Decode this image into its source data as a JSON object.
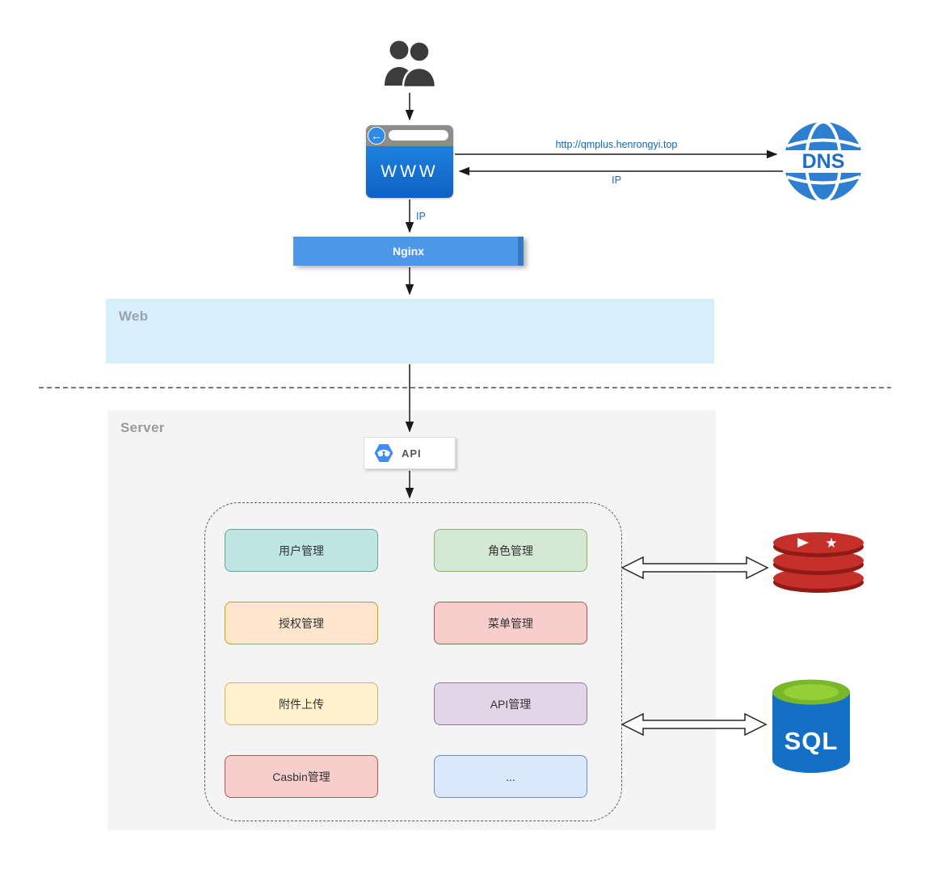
{
  "zones": {
    "web": {
      "label": "Web",
      "bg": "#d7eefb"
    },
    "server": {
      "label": "Server",
      "bg": "#f4f4f4"
    }
  },
  "nodes": {
    "browser": {
      "label": "WWW",
      "color": "#1470cf"
    },
    "dns": {
      "label": "DNS",
      "color": "#2e7fd0",
      "text_color": "#1f6fc4"
    },
    "nginx": {
      "label": "Nginx",
      "color": "#4e97e8"
    },
    "api": {
      "label": "API",
      "color": "#3f8cf3"
    },
    "redis": {
      "color": "#c6302b"
    },
    "sql": {
      "label": "SQL",
      "body_color": "#1470c4",
      "top_color": "#79b72a"
    }
  },
  "edges": {
    "url_request": "http://qmplus.henrongyi.top",
    "dns_response": "IP",
    "browser_to_nginx": "IP",
    "label_color": "#1767b2"
  },
  "modules": [
    {
      "label": "用户管理",
      "fill": "#bfe6e1",
      "border": "#5fa79c"
    },
    {
      "label": "角色管理",
      "fill": "#d5e8d4",
      "border": "#82b366"
    },
    {
      "label": "授权管理",
      "fill": "#ffe6cc",
      "border": "#d79b00"
    },
    {
      "label": "菜单管理",
      "fill": "#f8cecc",
      "border": "#b85450"
    },
    {
      "label": "附件上传",
      "fill": "#fff2cc",
      "border": "#d6b656"
    },
    {
      "label": "API管理",
      "fill": "#e1d5e7",
      "border": "#9673a6"
    },
    {
      "label": "Casbin管理",
      "fill": "#f8cecc",
      "border": "#b85450"
    },
    {
      "label": "...",
      "fill": "#dae8fc",
      "border": "#6c8ebf"
    }
  ],
  "icons": {
    "users": "users-icon",
    "browser": "browser-icon",
    "back_arrow_glyph": "←",
    "dns_globe": "dns-globe-icon",
    "api_hexagon": "api-hexagon-icon",
    "redis": "redis-icon",
    "redis_star_glyph": "★",
    "sql_database": "sql-database-icon"
  }
}
